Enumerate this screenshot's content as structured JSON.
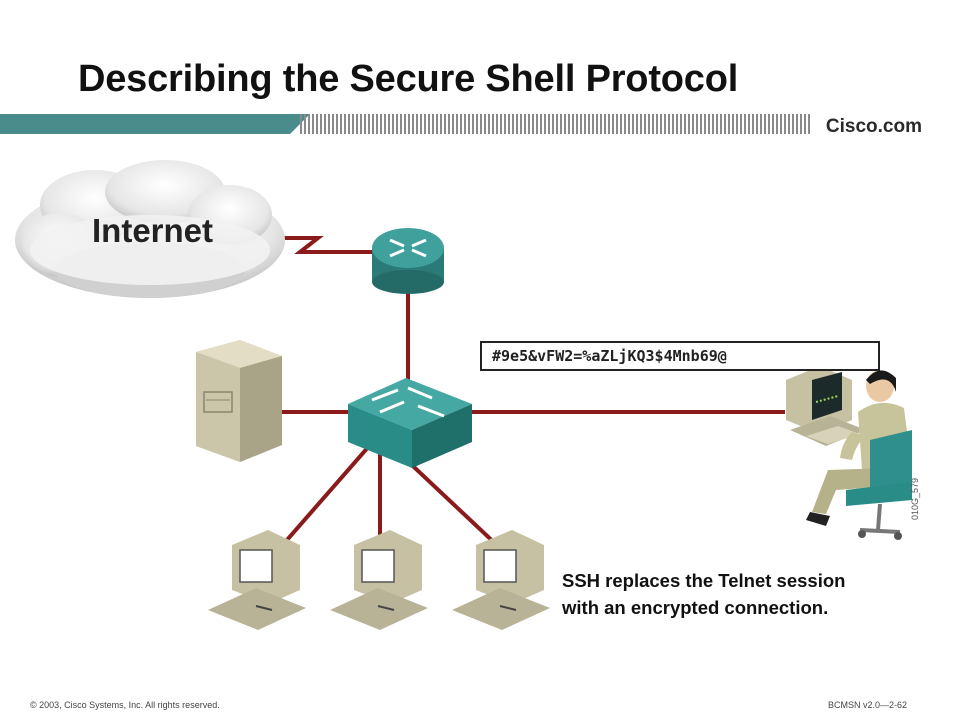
{
  "title": "Describing the Secure Shell Protocol",
  "brand": "Cisco.com",
  "cloud_label": "Internet",
  "ciphertext": "#9e5&vFW2=%aZLjKQ3$4Mnb69@",
  "caption": {
    "line1": "SSH replaces the Telnet session",
    "line2": "with an encrypted connection."
  },
  "figure_id": "010G_579",
  "footer": {
    "copyright": "© 2003, Cisco Systems, Inc. All rights reserved.",
    "course": "BCMSN v2.0—2-62"
  },
  "colors": {
    "link": "#8b1a1a",
    "router": "#2f8f8c",
    "switch": "#2a8c87",
    "band_teal": "#4a8c8c",
    "beige": "#c9c4a8"
  }
}
